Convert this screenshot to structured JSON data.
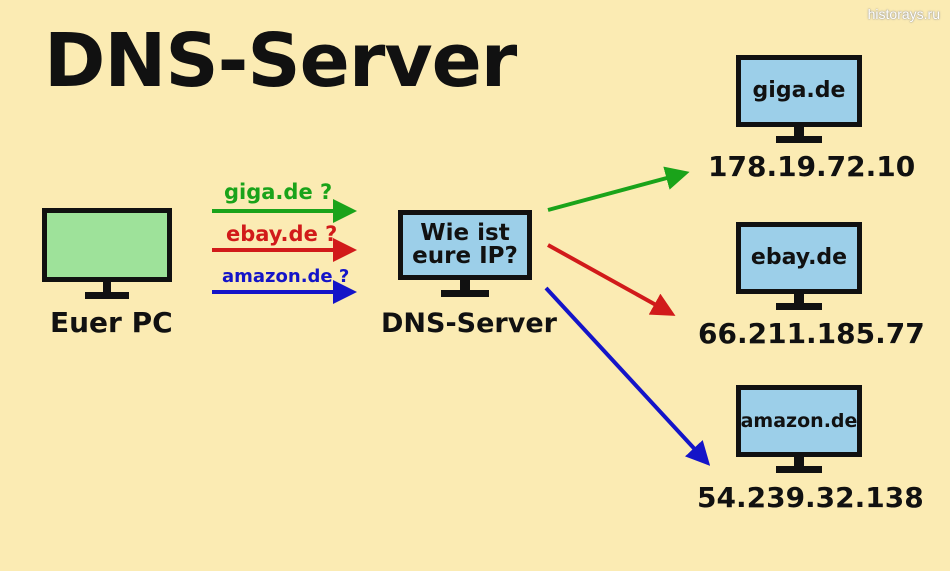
{
  "title": "DNS-Server",
  "watermark": "historays.ru",
  "pc_label": "Euer PC",
  "queries": {
    "giga": "giga.de ?",
    "ebay": "ebay.de ?",
    "amazon": "amazon.de ?"
  },
  "server": {
    "screen_line1": "Wie ist",
    "screen_line2": "eure IP?",
    "label": "DNS-Server"
  },
  "targets": [
    {
      "name": "giga.de",
      "ip": "178.19.72.10"
    },
    {
      "name": "ebay.de",
      "ip": "66.211.185.77"
    },
    {
      "name": "amazon.de",
      "ip": "54.239.32.138"
    }
  ],
  "colors": {
    "background": "#fbebb3",
    "green": "#1aa31a",
    "red": "#d11a1a",
    "blue": "#1414c8",
    "pc_screen": "#9ee29a",
    "server_screen": "#9ccfe9"
  }
}
